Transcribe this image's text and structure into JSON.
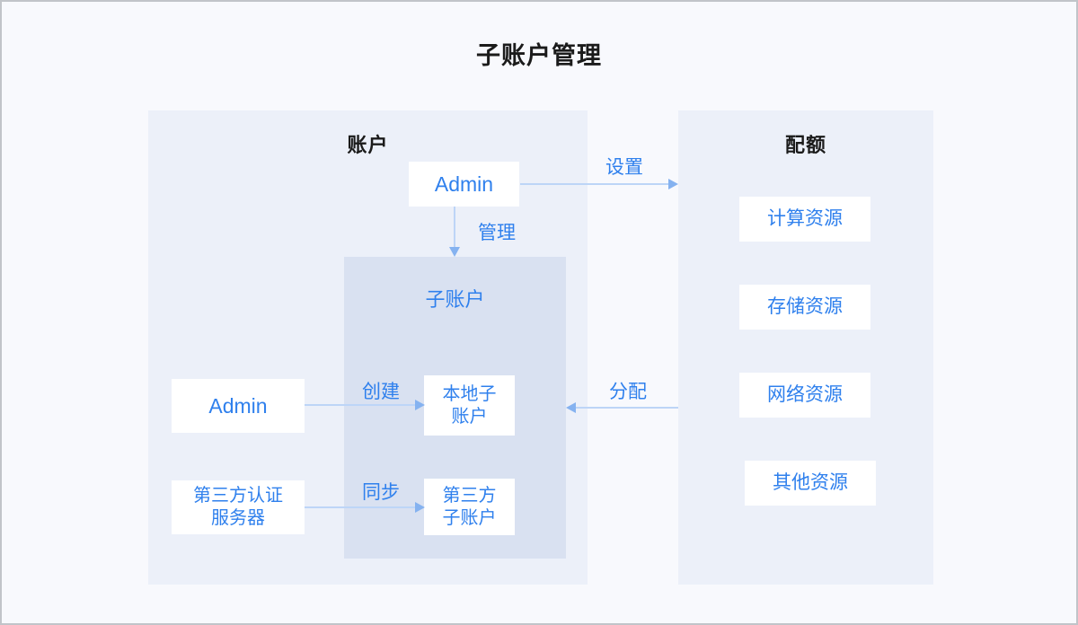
{
  "title": "子账户管理",
  "colors": {
    "page_bg": "#f8f9fd",
    "panel_bg": "#ecf0f9",
    "inner_panel_bg": "#d9e1f1",
    "node_bg": "#ffffff",
    "accent_blue": "#2f80ed",
    "heading_text": "#1b1b1b",
    "arrow_line": "#bdd5f7",
    "arrow_head": "#85b2f0",
    "outer_border": "#c1c4c9"
  },
  "account_panel": {
    "header": "账户",
    "admin_top": "Admin",
    "admin_left": "Admin",
    "third_party_server_lines": [
      "第三方认证",
      "服务器"
    ],
    "subaccount_panel": {
      "header": "子账户",
      "local_subaccount_lines": [
        "本地子",
        "账户"
      ],
      "third_party_subaccount_lines": [
        "第三方",
        "子账户"
      ]
    }
  },
  "quota_panel": {
    "header": "配额",
    "resources": [
      "计算资源",
      "存储资源",
      "网络资源",
      "其他资源"
    ]
  },
  "arrows": {
    "settings": "设置",
    "manage": "管理",
    "create": "创建",
    "sync": "同步",
    "allocate": "分配"
  }
}
